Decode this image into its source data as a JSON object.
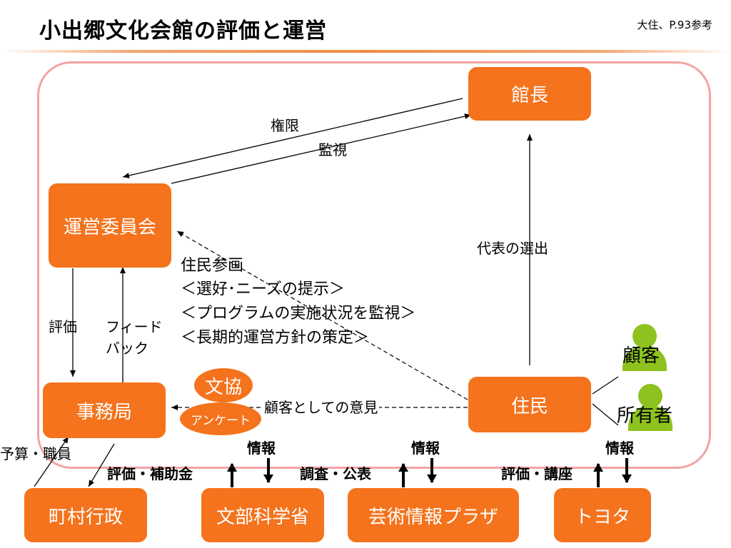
{
  "header": {
    "title": "小出郷文化会館の評価と運営",
    "reference": "大住、P.93参考"
  },
  "nodes": {
    "kancho": "館長",
    "committee": "運営委員会",
    "office": "事務局",
    "residents": "住民",
    "bunkyo": "文協",
    "survey": "アンケート",
    "town": "町村行政",
    "mext": "文部科学省",
    "plaza": "芸術情報プラザ",
    "toyota": "トヨタ"
  },
  "labels": {
    "authority": "権限",
    "monitoring": "監視",
    "election": "代表の選出",
    "participation": [
      "住民参画",
      "＜選好･ニーズの提示＞",
      "＜プログラムの実施状況を監視＞",
      "＜長期的運営方針の策定＞"
    ],
    "evaluation": "評価",
    "feedback": [
      "フィード",
      "バック"
    ],
    "customer_opinion": "顧客としての意見",
    "budget_staff": "予算・職員",
    "eval_subsidy": "評価・補助金",
    "info1": "情報",
    "survey_publish": "調査・公表",
    "info2": "情報",
    "eval_lecture": "評価・講座",
    "info3": "情報",
    "customer": "顧客",
    "owner": "所有者"
  },
  "colors": {
    "box": "#f4731c",
    "frame": "#f4a3a3",
    "person": "#8dc21f",
    "rule": "#f08a45"
  }
}
